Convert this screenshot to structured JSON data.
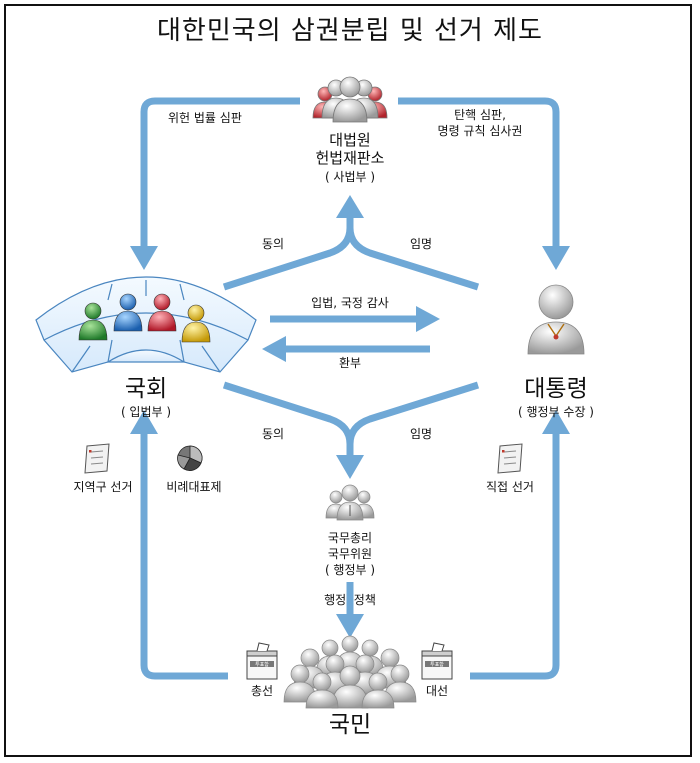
{
  "title": "대한민국의 삼권분립 및 선거 제도",
  "nodes": {
    "court": {
      "line1": "대법원",
      "line2": "헌법재판소",
      "sub": "( 사법부 )"
    },
    "assembly": {
      "name": "국회",
      "sub": "( 입법부 )"
    },
    "president": {
      "name": "대통령",
      "sub": "( 행정부 수장 )"
    },
    "cabinet": {
      "line1": "국무총리",
      "line2": "국무위원",
      "sub": "( 행정부 )"
    },
    "people": {
      "name": "국민"
    }
  },
  "edges": {
    "unconstitutional_review": "위헌 법률 심판",
    "impeachment_line1": "탄핵 심판,",
    "impeachment_line2": "명령 규칙 심사권",
    "consent_top": "동의",
    "appoint_top": "임명",
    "legislation_audit": "입법, 국정 감사",
    "veto": "환부",
    "consent_bottom": "동의",
    "appoint_bottom": "임명",
    "district_election": "지역구 선거",
    "proportional": "비례대표제",
    "direct_election": "직접 선거",
    "administration": "행정  정책",
    "general_election": "총선",
    "presidential_election": "대선",
    "ballot_box_label": "투표함"
  },
  "colors": {
    "arrow": "#6fa8d6",
    "green": "#2f9a3a",
    "blue": "#2b7fd0",
    "red": "#d8283a",
    "yellow": "#e8c21a",
    "gray_person": "#d4d4d4",
    "court_red": "#c9323a"
  }
}
